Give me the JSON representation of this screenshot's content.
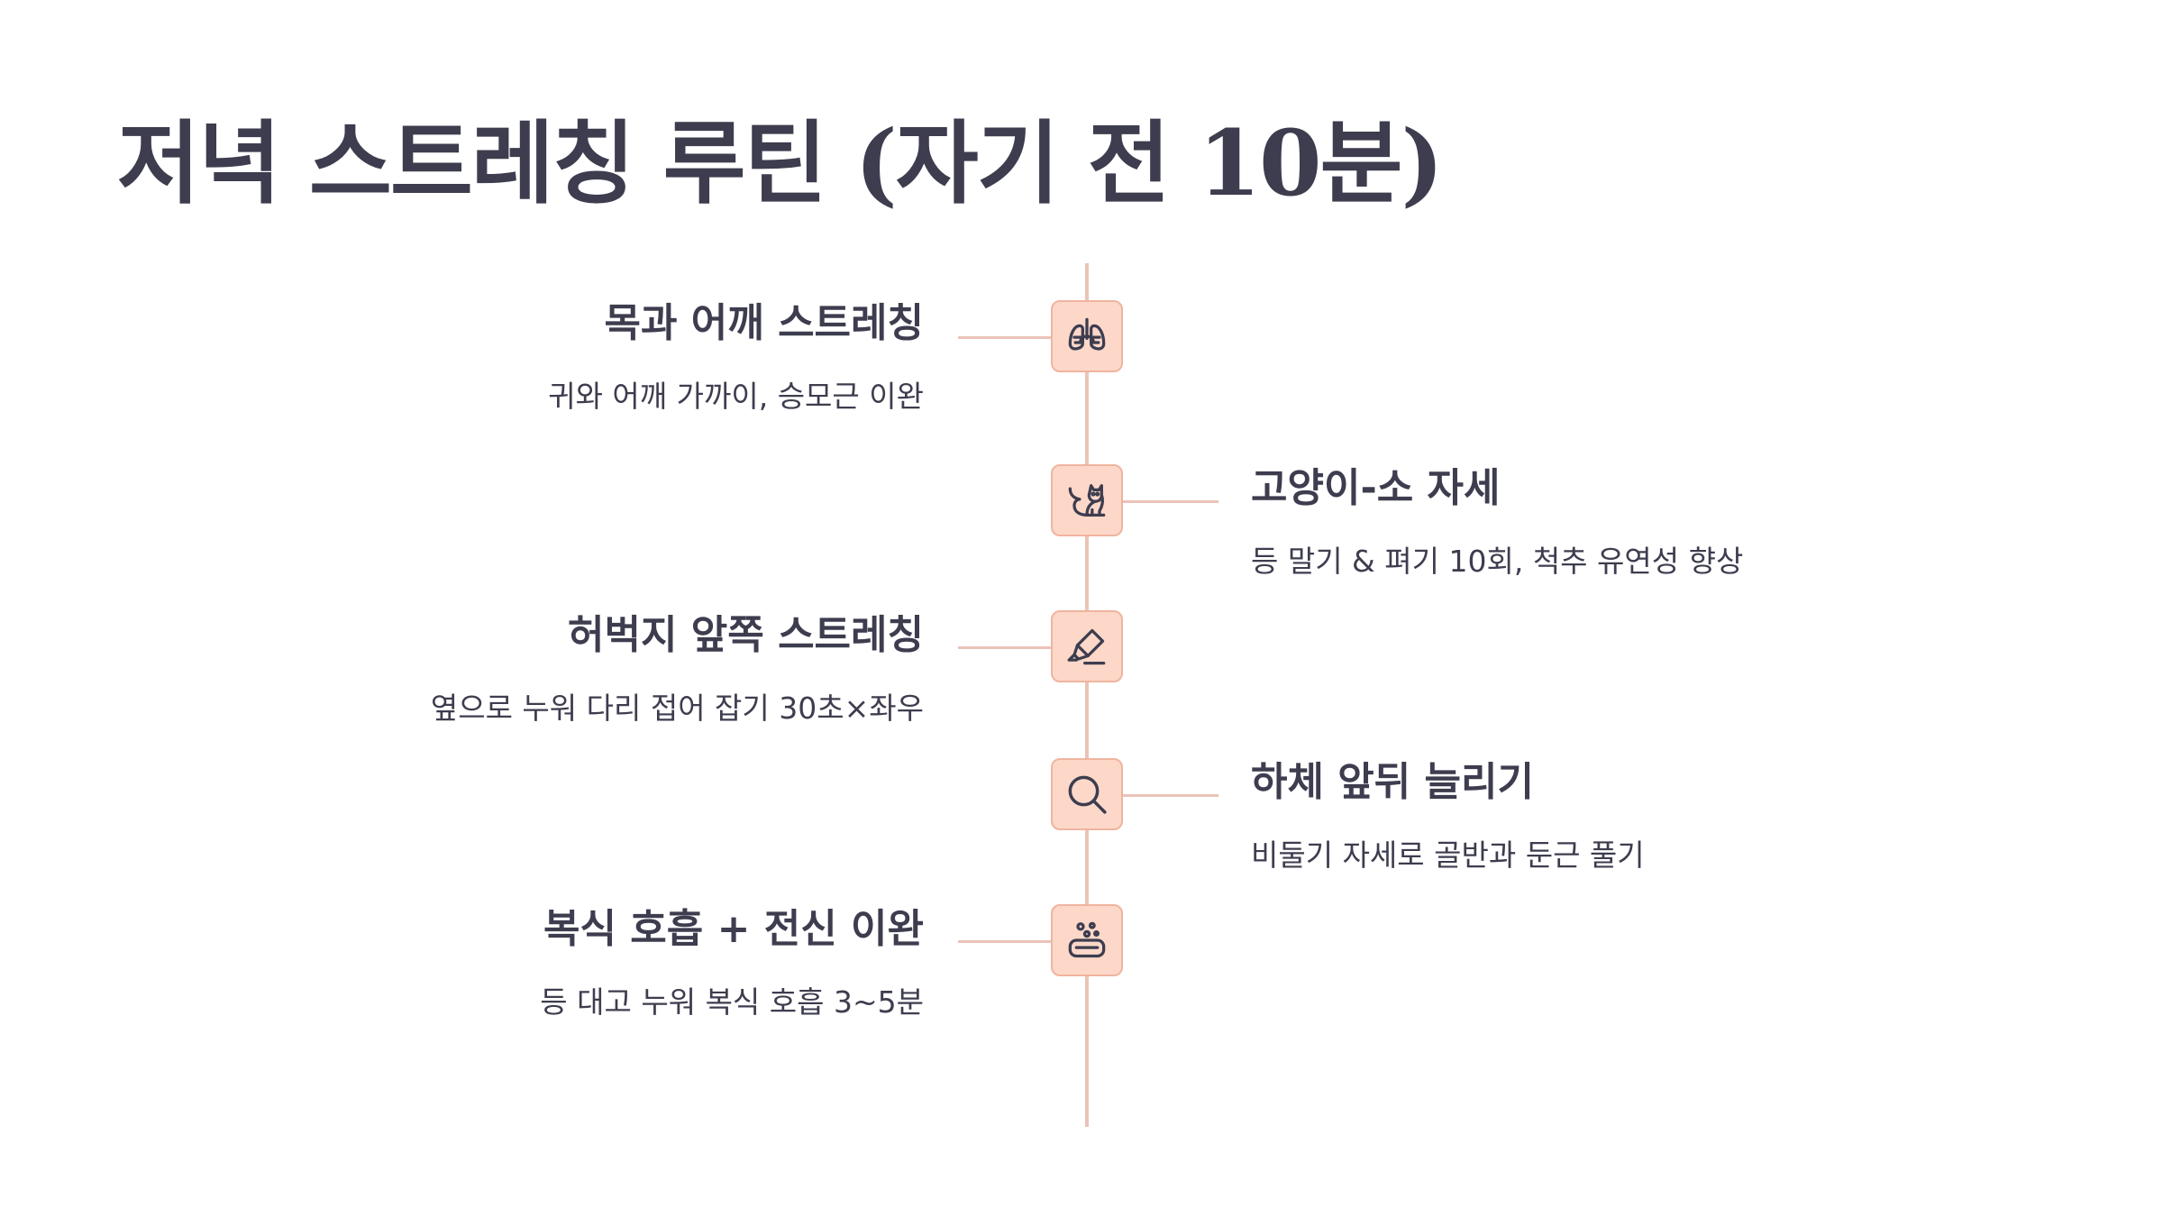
{
  "title": "저녁 스트레칭 루틴 (자기 전 10분)",
  "colors": {
    "text": "#3d3d4f",
    "line": "#ebc3b8",
    "node_fill": "#fdd8c9",
    "node_border": "#f0b49f"
  },
  "steps": [
    {
      "title": "목과 어깨 스트레칭",
      "description": "귀와 어깨 가까이, 승모근 이완",
      "icon": "lungs-icon",
      "side": "left"
    },
    {
      "title": "고양이-소 자세",
      "description": "등 말기 & 펴기 10회, 척추 유연성 향상",
      "icon": "cat-icon",
      "side": "right"
    },
    {
      "title": "허벅지 앞쪽 스트레칭",
      "description": "옆으로 누워 다리 접어 잡기 30초×좌우",
      "icon": "highlighter-icon",
      "side": "left"
    },
    {
      "title": "하체 앞뒤 늘리기",
      "description": "비둘기 자세로 골반과 둔근 풀기",
      "icon": "search-icon",
      "side": "right"
    },
    {
      "title": "복식 호흡 + 전신 이완",
      "description": "등 대고 누워 복식 호흡 3~5분",
      "icon": "bubbles-icon",
      "side": "left"
    }
  ]
}
